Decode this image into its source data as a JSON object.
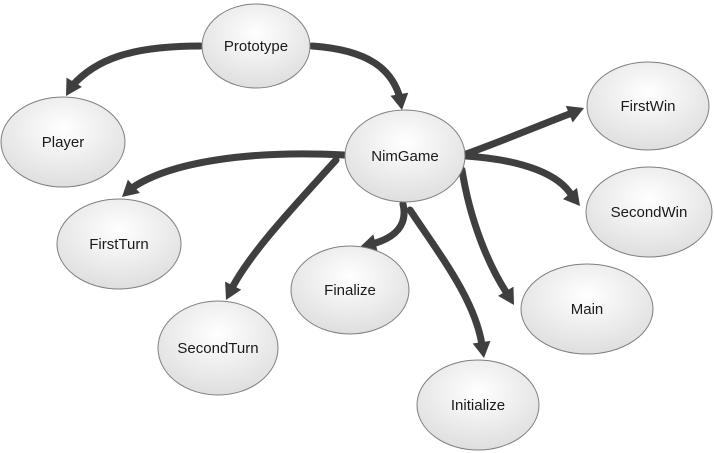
{
  "nodes": [
    {
      "id": "Prototype",
      "label": "Prototype"
    },
    {
      "id": "Player",
      "label": "Player"
    },
    {
      "id": "NimGame",
      "label": "NimGame"
    },
    {
      "id": "FirstWin",
      "label": "FirstWin"
    },
    {
      "id": "SecondWin",
      "label": "SecondWin"
    },
    {
      "id": "FirstTurn",
      "label": "FirstTurn"
    },
    {
      "id": "Finalize",
      "label": "Finalize"
    },
    {
      "id": "Main",
      "label": "Main"
    },
    {
      "id": "SecondTurn",
      "label": "SecondTurn"
    },
    {
      "id": "Initialize",
      "label": "Initialize"
    }
  ],
  "edges": [
    {
      "from": "Prototype",
      "to": "Player"
    },
    {
      "from": "Prototype",
      "to": "NimGame"
    },
    {
      "from": "NimGame",
      "to": "FirstWin"
    },
    {
      "from": "NimGame",
      "to": "SecondWin"
    },
    {
      "from": "NimGame",
      "to": "FirstTurn"
    },
    {
      "from": "NimGame",
      "to": "SecondTurn"
    },
    {
      "from": "NimGame",
      "to": "Finalize"
    },
    {
      "from": "NimGame",
      "to": "Initialize"
    },
    {
      "from": "NimGame",
      "to": "Main"
    }
  ],
  "colors": {
    "node_fill_top": "#ffffff",
    "node_fill_bottom": "#dcdcdc",
    "node_stroke": "#7f7f7f",
    "edge": "#3f3f3f"
  }
}
